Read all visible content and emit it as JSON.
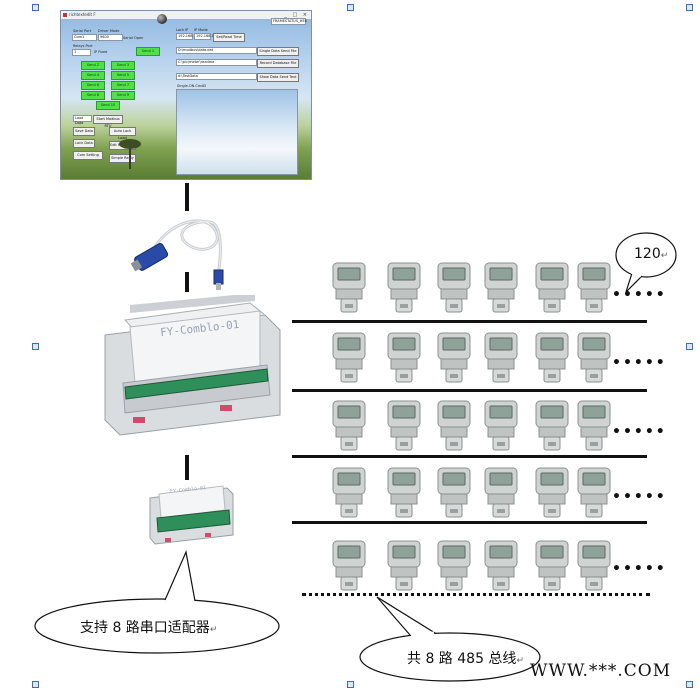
{
  "window": {
    "title": "richtextedit F",
    "title_icon": "app-icon",
    "controls": "_ □ ×",
    "top_right_field": "FRAMESTATUS_HEX",
    "labels": {
      "serial_port": "Serial Port",
      "driver_mode": "Driver Mode",
      "serial_open": "Serial Open",
      "lock_ip": "Lock IP",
      "ip_mode": "IP Mode",
      "relays_port": "Relays Port",
      "ip_fixed": "IP Fixed"
    },
    "fields": {
      "serial_port_value": "Com1",
      "driver_mode_value": "9600",
      "relays_port_value": "1",
      "ip_field_1": "192.168.1.100",
      "ip_field_2": "192.168.1.1"
    },
    "buttons": {
      "set_read_time": "Set/Read Time",
      "single_data_send": "Single Data Send File",
      "dialog_read": "Record Database File",
      "show_data_send": "Show Data Send Text",
      "start_modbus": "Start Modbus RTU",
      "auto_lock": "Auto Lock Load",
      "edit_new_data": "Edit New Data",
      "simple_reply": "Simple Reply"
    },
    "green_buttons": [
      "Send 1",
      "Send 2",
      "Send 3",
      "Send 4",
      "Send 5",
      "Send 6",
      "Send 7",
      "Send 8",
      "Send 9",
      "Send 10"
    ],
    "inputs": {
      "file_path_1": "D:\\modbus\\data.dat",
      "file_path_2": "C:\\plc\\meter\\readme",
      "file_path_3": "d:\\TestData",
      "text_header": "Single.ON.CmdD"
    },
    "bottom_buttons": [
      "Load Data",
      "Save Data",
      "Lock Data",
      "Com Setting"
    ]
  },
  "devices": {
    "big_label": "FY-Comblo-01",
    "small_label": "FY-Comblo-01"
  },
  "meters": {
    "rows": 5,
    "per_row": 6,
    "row_dots": "•••••"
  },
  "callouts": {
    "resistor": "120",
    "adapter": "支持 8 路串口适配器",
    "bus": "共 8 路 485 总线",
    "return_mark": "↵"
  },
  "watermark": "WWW.***.COM",
  "colors": {
    "bus_line": "#111111",
    "green_button": "#4fe04a",
    "device_body": "#e8ebee",
    "terminal_green": "#2f8f5a",
    "meter_body": "#cfd3d2",
    "lcd": "#8ea29a",
    "handle": "#3a6fb0"
  }
}
